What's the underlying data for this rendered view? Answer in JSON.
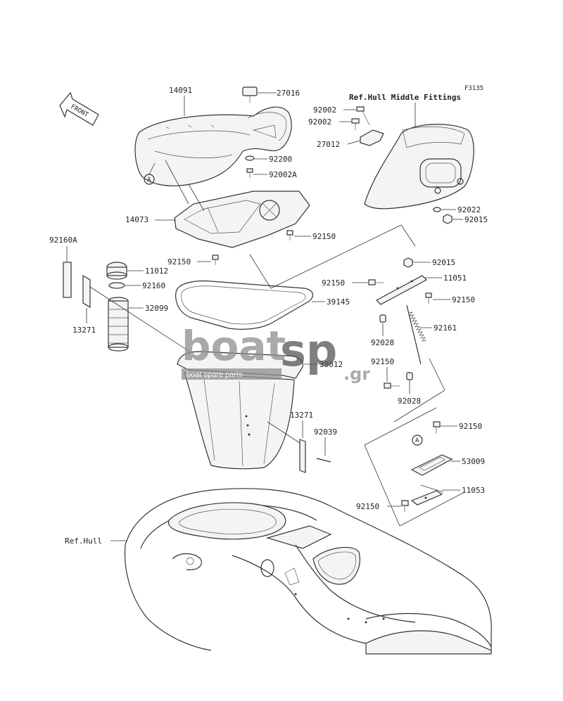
{
  "figure_code": "F3135",
  "front_label": "FRONT",
  "ref_hull_middle": "Ref.Hull Middle Fittings",
  "ref_hull": "Ref.Hull",
  "callout_a": "A",
  "watermark": {
    "main_left": "boat",
    "main_right": "sp",
    "suffix": ".gr",
    "tagline": "boat spare parts",
    "color_main": "#8e8e8e",
    "color_accent": "#555555"
  },
  "parts": {
    "p14091": "14091",
    "p27016": "27016",
    "p92200": "92200",
    "p92002A": "92002A",
    "p14073": "14073",
    "p92150_a": "92150",
    "p92150_b": "92150",
    "p92160A": "92160A",
    "p11012": "11012",
    "p92160": "92160",
    "p32099": "32099",
    "p13271_a": "13271",
    "p39145": "39145",
    "p39012": "39012",
    "p13271_b": "13271",
    "p92039": "92039",
    "p92002_a": "92002",
    "p92002_b": "92002",
    "p27012": "27012",
    "p92022": "92022",
    "p92015_a": "92015",
    "p92015_b": "92015",
    "p92150_c": "92150",
    "p11051": "11051",
    "p92150_d": "92150",
    "p92028_a": "92028",
    "p92161": "92161",
    "p92150_e": "92150",
    "p92028_b": "92028",
    "p92150_f": "92150",
    "p53009": "53009",
    "p11053": "11053",
    "p92150_g": "92150"
  }
}
